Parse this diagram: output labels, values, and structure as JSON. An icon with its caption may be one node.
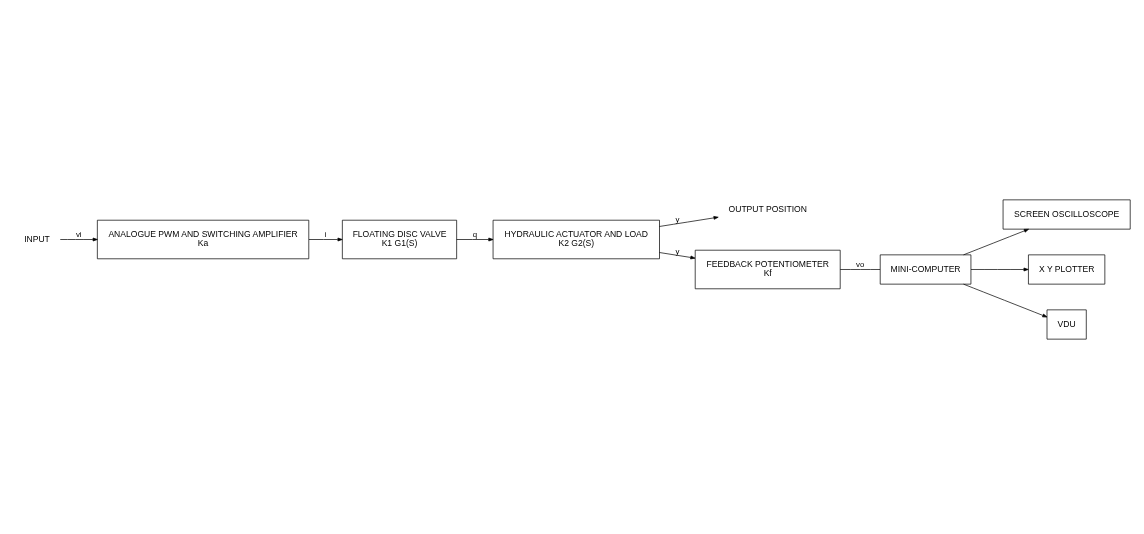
{
  "diagram": {
    "nodes": [
      {
        "text": [
          "INPUT"
        ]
      },
      {
        "text": [
          "ANALOGUE PWM AND SWITCHING AMPLIFIER",
          "Ka"
        ]
      },
      {
        "text": [
          "FLOATING DISC VALVE",
          "K1 G1(S)"
        ]
      },
      {
        "text": [
          "HYDRAULIC ACTUATOR AND LOAD",
          "K2 G2(S)"
        ]
      },
      {
        "text": [
          "OUTPUT POSITION"
        ]
      },
      {
        "text": [
          "FEEDBACK POTENTIOMETER",
          "Kf"
        ]
      },
      {
        "text": [
          "MINI-COMPUTER"
        ]
      },
      {
        "text": [
          "SCREEN OSCILLOSCOPE"
        ]
      },
      {
        "text": [
          "X Y PLOTTER"
        ]
      },
      {
        "text": [
          "VDU"
        ]
      }
    ],
    "edges": [
      {
        "from": 0,
        "to": 1,
        "arrow": "to",
        "label": "vi"
      },
      {
        "from": 1,
        "to": 2,
        "arrow": "to",
        "label": "i"
      },
      {
        "from": 2,
        "to": 3,
        "arrow": "to",
        "label": "q"
      },
      {
        "from": 3,
        "to": 4,
        "arrow": "to",
        "label": "y"
      },
      {
        "from": 3,
        "to": 5,
        "arrow": "to",
        "label": "y"
      },
      {
        "from": 5,
        "to": 6,
        "arrow": "none",
        "label": "vo"
      },
      {
        "from": 6,
        "to": 7,
        "arrow": "to"
      },
      {
        "from": 6,
        "to": 8,
        "arrow": "to"
      },
      {
        "from": 6,
        "to": 9,
        "arrow": "to"
      }
    ]
  }
}
